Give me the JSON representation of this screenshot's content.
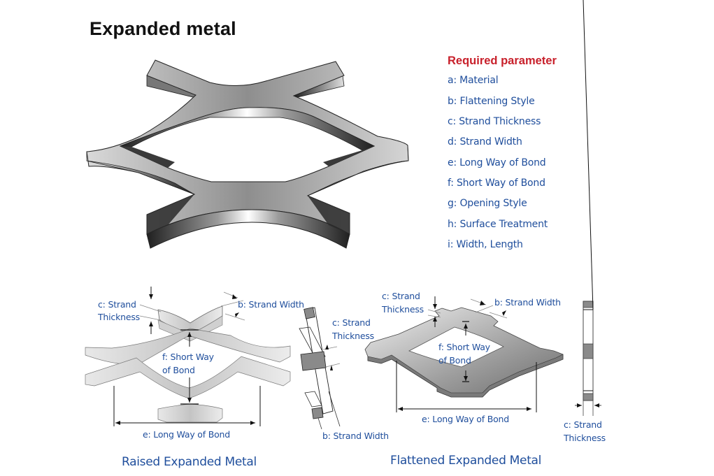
{
  "title": "Expanded metal",
  "required_parameters": {
    "heading": "Required parameter",
    "heading_color": "#c8202b",
    "text_color": "#1f4e9c",
    "items": [
      "a: Material",
      "b: Flattening Style",
      "c: Strand Thickness",
      "d: Strand Width",
      "e: Long Way of Bond",
      "f: Short Way of Bond",
      "g: Opening Style",
      "h: Surface Treatment",
      "i: Width, Length"
    ]
  },
  "raised": {
    "caption": "Raised Expanded Metal",
    "labels": {
      "strand_thickness_1": "c: Strand",
      "strand_thickness_2": "Thickness",
      "strand_width": "b: Strand Width",
      "short_way_1": "f: Short Way",
      "short_way_2": "of Bond",
      "long_way": "e: Long Way of Bond"
    },
    "section_labels": {
      "strand_thickness_1": "c: Strand",
      "strand_thickness_2": "Thickness",
      "strand_width": "b: Strand Width"
    }
  },
  "flattened": {
    "caption": "Flattened Expanded Metal",
    "labels": {
      "strand_thickness_1": "c: Strand",
      "strand_thickness_2": "Thickness",
      "strand_width": "b: Strand Width",
      "short_way_1": "f: Short Way",
      "short_way_2": "of Bond",
      "long_way": "e: Long Way of Bond"
    },
    "section_labels": {
      "strand_thickness_1": "c: Strand",
      "strand_thickness_2": "Thickness"
    }
  }
}
